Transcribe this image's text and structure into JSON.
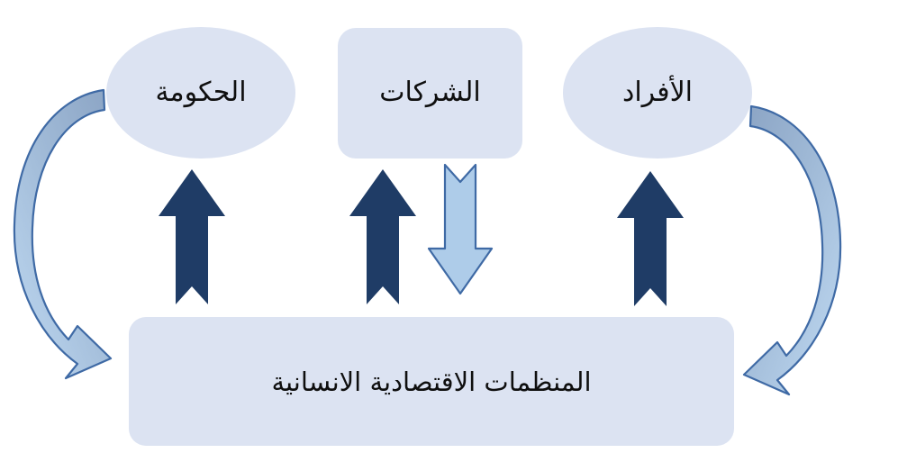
{
  "diagram": {
    "title": "المنظمات الاقتصادية الانسانية",
    "language": "ar",
    "direction": "rtl",
    "background_color": "#ffffff",
    "nodes": [
      {
        "id": "government",
        "label": "الحكومة",
        "shape": "ellipse",
        "fill": "#dce3f2",
        "text_color": "#0f0f0f"
      },
      {
        "id": "companies",
        "label": "الشركات",
        "shape": "rounded-rectangle",
        "fill": "#dce3f2",
        "text_color": "#0f0f0f"
      },
      {
        "id": "individuals",
        "label": "الأفراد",
        "shape": "ellipse",
        "fill": "#dce3f2",
        "text_color": "#0f0f0f"
      },
      {
        "id": "organizations",
        "label": "المنظمات الاقتصادية الانسانية",
        "shape": "rounded-rectangle",
        "fill": "#dce3f2",
        "text_color": "#0f0f0f"
      }
    ],
    "connectors": [
      {
        "id": "arrow-up-government",
        "type": "straight-arrow",
        "direction": "up",
        "from": "organizations",
        "to": "government",
        "fill": "#1f3c66",
        "style": "solid-notched-tail"
      },
      {
        "id": "arrow-up-companies",
        "type": "straight-arrow",
        "direction": "up",
        "from": "organizations",
        "to": "companies",
        "fill": "#1f3c66",
        "style": "solid-notched-tail"
      },
      {
        "id": "arrow-down-companies",
        "type": "straight-arrow",
        "direction": "down",
        "from": "companies",
        "to": "organizations",
        "fill": "#aecce9",
        "stroke": "#3f6aa5",
        "style": "outlined-notched-tail"
      },
      {
        "id": "arrow-up-individuals",
        "type": "straight-arrow",
        "direction": "up",
        "from": "organizations",
        "to": "individuals",
        "fill": "#1f3c66",
        "style": "solid-notched-tail"
      },
      {
        "id": "arrow-curved-left",
        "type": "curved-arrow",
        "direction": "clockwise-down",
        "from": "government",
        "to": "organizations",
        "fill_start": "#8ba4c4",
        "fill_end": "#b7d2ed",
        "stroke": "#3f6aa5"
      },
      {
        "id": "arrow-curved-right",
        "type": "curved-arrow",
        "direction": "counterclockwise-down",
        "from": "individuals",
        "to": "organizations",
        "fill_start": "#8ba4c4",
        "fill_end": "#b7d2ed",
        "stroke": "#3f6aa5"
      }
    ],
    "colors": {
      "node_fill": "#dce3f2",
      "dark_arrow": "#1f3c66",
      "light_arrow_fill": "#aecce9",
      "light_arrow_stroke": "#3f6aa5",
      "curve_top": "#8ba4c4",
      "curve_bottom": "#b7d2ed"
    }
  }
}
